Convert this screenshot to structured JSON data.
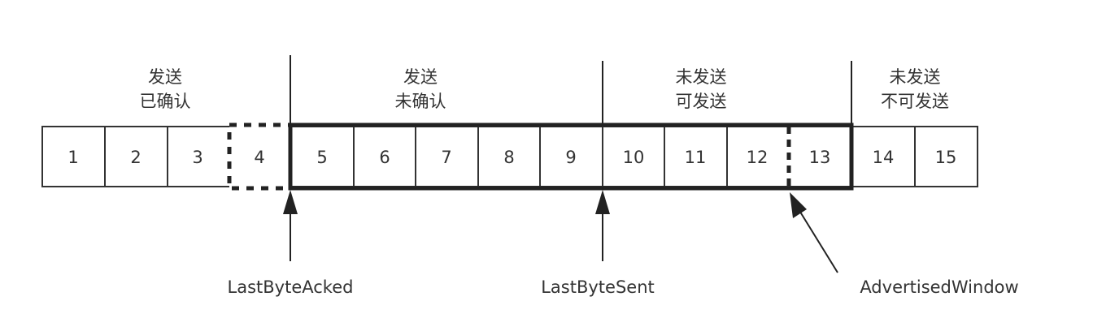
{
  "regions": [
    {
      "line1": "发送",
      "line2": "已确认"
    },
    {
      "line1": "发送",
      "line2": "未确认"
    },
    {
      "line1": "未发送",
      "line2": "可发送"
    },
    {
      "line1": "未发送",
      "line2": "不可发送"
    }
  ],
  "cells": [
    "1",
    "2",
    "3",
    "4",
    "5",
    "6",
    "7",
    "8",
    "9",
    "10",
    "11",
    "12",
    "13",
    "14",
    "15"
  ],
  "pointers": [
    {
      "label": "LastByteAcked"
    },
    {
      "label": "LastByteSent"
    },
    {
      "label": "AdvertisedWindow"
    }
  ]
}
